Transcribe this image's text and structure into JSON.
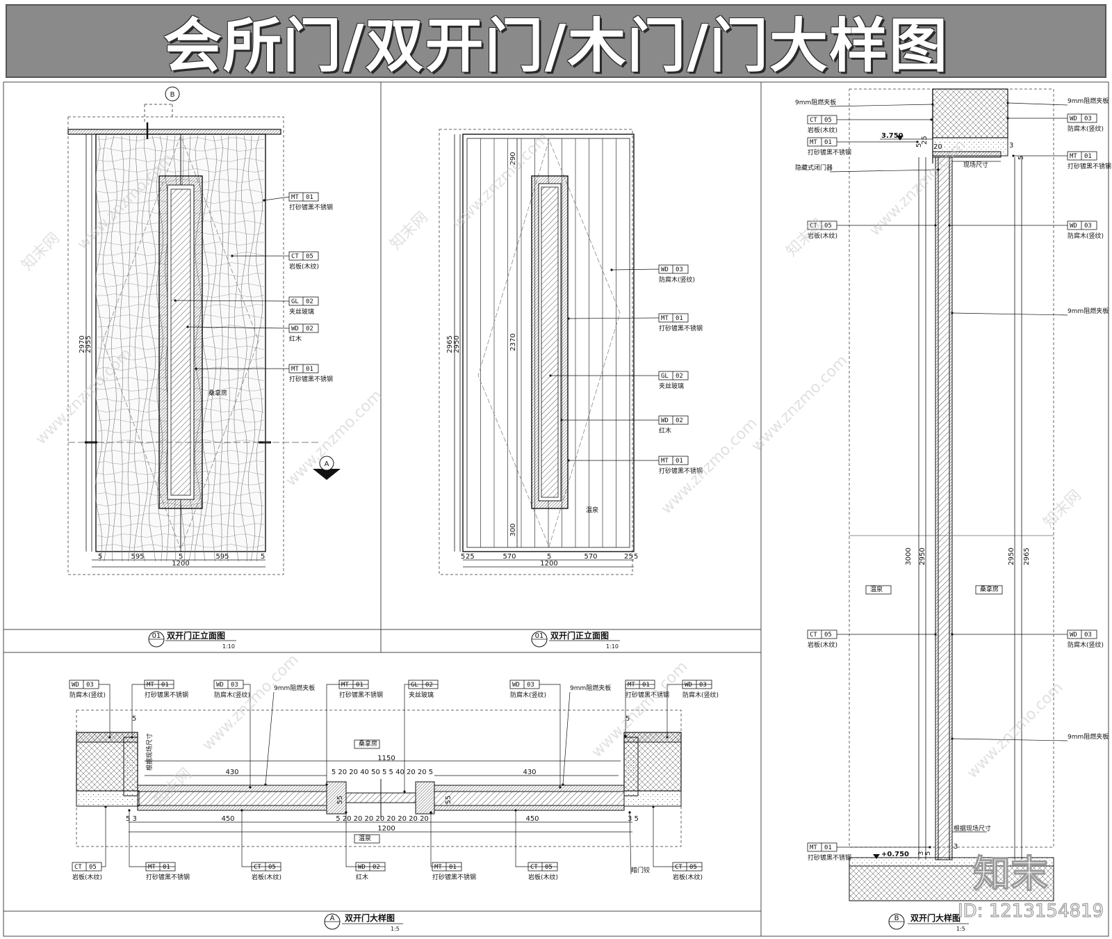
{
  "title": "会所门/双开门/木门/门大样图",
  "views": {
    "elev1": {
      "num": "01",
      "title": "双开门正立面图",
      "scale": "1:10",
      "room": "桑拿房"
    },
    "elev2": {
      "num": "01",
      "title": "双开门正立面图",
      "scale": "1:10",
      "room": "温泉"
    },
    "detailA": {
      "num": "A",
      "title": "双开门大样图",
      "scale": "1:5",
      "room_top": "桑拿房",
      "room_bottom": "温泉"
    },
    "detailB": {
      "num": "B",
      "title": "双开门大样图",
      "scale": "1:5",
      "room_left": "温泉",
      "room_right": "桑拿房"
    }
  },
  "section_marks": {
    "b": "B",
    "a": "A"
  },
  "levels": {
    "top": "3.750",
    "bottom": "+0.750"
  },
  "tags": {
    "e1_mt1": {
      "code": "MT",
      "num": "01",
      "label": "打砂镀黑不锈钢"
    },
    "e1_ct": {
      "code": "CT",
      "num": "05",
      "label": "岩板(木纹)"
    },
    "e1_gl": {
      "code": "GL",
      "num": "02",
      "label": "夹丝玻璃"
    },
    "e1_wd": {
      "code": "WD",
      "num": "02",
      "label": "红木"
    },
    "e1_mt2": {
      "code": "MT",
      "num": "01",
      "label": "打砂镀黑不锈钢"
    },
    "e2_wd": {
      "code": "WD",
      "num": "03",
      "label": "防腐木(竖纹)"
    },
    "e2_mt1": {
      "code": "MT",
      "num": "01",
      "label": "打砂镀黑不锈钢"
    },
    "e2_gl": {
      "code": "GL",
      "num": "02",
      "label": "夹丝玻璃"
    },
    "e2_wd2": {
      "code": "WD",
      "num": "02",
      "label": "红木"
    },
    "e2_mt2": {
      "code": "MT",
      "num": "01",
      "label": "打砂镀黑不锈钢"
    },
    "a_t1": {
      "code": "WD",
      "num": "03",
      "label": "防腐木(竖纹)"
    },
    "a_t2": {
      "code": "MT",
      "num": "01",
      "label": "打砂镀黑不锈钢"
    },
    "a_t3": {
      "code": "WD",
      "num": "03",
      "label": "防腐木(竖纹)"
    },
    "a_t5": {
      "code": "MT",
      "num": "01",
      "label": "打砂镀黑不锈钢"
    },
    "a_t6": {
      "code": "GL",
      "num": "02",
      "label": "夹丝玻璃"
    },
    "a_t7": {
      "code": "WD",
      "num": "03",
      "label": "防腐木(竖纹)"
    },
    "a_t9": {
      "code": "MT",
      "num": "01",
      "label": "打砂镀黑不锈钢"
    },
    "a_t10": {
      "code": "WD",
      "num": "03",
      "label": "防腐木(竖纹)"
    },
    "a_b1": {
      "code": "CT",
      "num": "05",
      "label": "岩板(木纹)"
    },
    "a_b2": {
      "code": "MT",
      "num": "01",
      "label": "打砂镀黑不锈钢"
    },
    "a_b3": {
      "code": "CT",
      "num": "05",
      "label": "岩板(木纹)"
    },
    "a_b4": {
      "code": "WD",
      "num": "02",
      "label": "红木"
    },
    "a_b5": {
      "code": "MT",
      "num": "01",
      "label": "打砂镀黑不锈钢"
    },
    "a_b6": {
      "code": "CT",
      "num": "05",
      "label": "岩板(木纹)"
    },
    "a_b8": {
      "code": "CT",
      "num": "05",
      "label": "岩板(木纹)"
    },
    "b_l2": {
      "code": "CT",
      "num": "05",
      "label": "岩板(木纹)"
    },
    "b_l3": {
      "code": "MT",
      "num": "01",
      "label": "打砂镀黑不锈钢"
    },
    "b_l5": {
      "code": "CT",
      "num": "05",
      "label": "岩板(木纹)"
    },
    "b_l6": {
      "code": "CT",
      "num": "05",
      "label": "岩板(木纹)"
    },
    "b_l7": {
      "code": "MT",
      "num": "01",
      "label": "打砂镀黑不锈钢"
    },
    "b_r2": {
      "code": "WD",
      "num": "03",
      "label": "防腐木(竖纹)"
    },
    "b_r3": {
      "code": "MT",
      "num": "01",
      "label": "打砂镀黑不锈钢"
    },
    "b_r4": {
      "code": "WD",
      "num": "03",
      "label": "防腐木(竖纹)"
    },
    "b_r6": {
      "code": "WD",
      "num": "03",
      "label": "防腐木(竖纹)"
    }
  },
  "notes": {
    "a_t4": "9mm阻燃夹板",
    "a_t8": "9mm阻燃夹板",
    "a_b7": "暗门铰",
    "a_site": "根据现场尺寸",
    "b_l1": "9mm阻燃夹板",
    "b_l4": "隐藏式闭门器",
    "b_r1": "9mm阻燃夹板",
    "b_r5": "9mm阻燃夹板",
    "b_r7": "9mm阻燃夹板",
    "b_site1": "现场尺寸",
    "b_site2": "根据现场尺寸"
  },
  "dims": {
    "e1": {
      "h_outer": "2970",
      "h_inner": "2955",
      "w1": "5",
      "w2": "595",
      "w3": "5",
      "w4": "595",
      "w5": "5",
      "total": "1200"
    },
    "e2": {
      "h_outer": "2965",
      "h_inner": "2950",
      "v1": "290",
      "v2": "2370",
      "v3": "300",
      "w1": "5",
      "w2": "25",
      "w3": "570",
      "w4": "5",
      "w5": "570",
      "w6": "25",
      "w7": "5",
      "total": "1200"
    },
    "a": {
      "d430a": "430",
      "d430b": "430",
      "d1150": "1150",
      "d450a": "450",
      "d450b": "450",
      "d1200": "1200",
      "seq_top": "5 20 20   40    50  5     5     40  20 20 5",
      "seq_bot": "5 20 20   20 20         20 20  20 20",
      "d55a": "55",
      "d55b": "55",
      "d53": "5 3",
      "d35": "3 5",
      "d5": "5",
      "d5b": "5"
    },
    "b": {
      "d3000": "3000",
      "d2950a": "2950",
      "d2950b": "2950",
      "d2965": "2965",
      "d20": "20",
      "d25": "25",
      "d5": "5",
      "d3": "3",
      "d3b": "3",
      "d5b": "5",
      "d5c": "5",
      "d3c": "3"
    }
  },
  "watermark": {
    "cn": "知末网",
    "url": "www.znzmo.com"
  },
  "brand": {
    "logo": "知末",
    "id": "ID: 1213154819"
  }
}
